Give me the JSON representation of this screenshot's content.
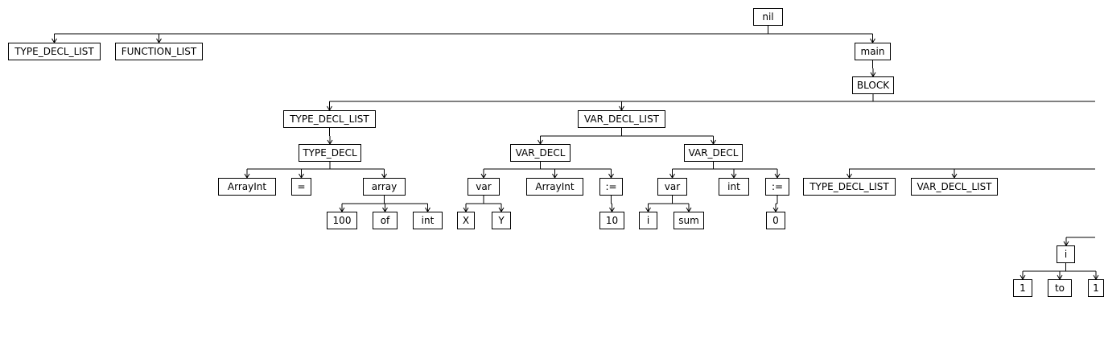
{
  "diagram": {
    "line_color": "#000000",
    "node_border_color": "#000000",
    "background": "#ffffff",
    "nodes": [
      {
        "id": "nil",
        "label": "nil"
      },
      {
        "id": "tdl1",
        "label": "TYPE_DECL_LIST"
      },
      {
        "id": "fl",
        "label": "FUNCTION_LIST"
      },
      {
        "id": "main",
        "label": "main"
      },
      {
        "id": "block",
        "label": "BLOCK"
      },
      {
        "id": "tdl2",
        "label": "TYPE_DECL_LIST"
      },
      {
        "id": "vdl1",
        "label": "VAR_DECL_LIST"
      },
      {
        "id": "td",
        "label": "TYPE_DECL"
      },
      {
        "id": "vd1",
        "label": "VAR_DECL"
      },
      {
        "id": "vd2",
        "label": "VAR_DECL"
      },
      {
        "id": "arrayint1",
        "label": "ArrayInt"
      },
      {
        "id": "eq",
        "label": "="
      },
      {
        "id": "array",
        "label": "array"
      },
      {
        "id": "n100",
        "label": "100"
      },
      {
        "id": "of",
        "label": "of"
      },
      {
        "id": "int1",
        "label": "int"
      },
      {
        "id": "var1",
        "label": "var"
      },
      {
        "id": "x",
        "label": "X"
      },
      {
        "id": "y",
        "label": "Y"
      },
      {
        "id": "arrayint2",
        "label": "ArrayInt"
      },
      {
        "id": "assign1",
        "label": ":="
      },
      {
        "id": "n10",
        "label": "10"
      },
      {
        "id": "var2",
        "label": "var"
      },
      {
        "id": "i1",
        "label": "i"
      },
      {
        "id": "sum",
        "label": "sum"
      },
      {
        "id": "int2",
        "label": "int"
      },
      {
        "id": "assign2",
        "label": ":="
      },
      {
        "id": "n0",
        "label": "0"
      },
      {
        "id": "tdl3",
        "label": "TYPE_DECL_LIST"
      },
      {
        "id": "vdl2",
        "label": "VAR_DECL_LIST"
      },
      {
        "id": "i2",
        "label": "i"
      },
      {
        "id": "n1",
        "label": "1"
      },
      {
        "id": "to",
        "label": "to"
      },
      {
        "id": "cut",
        "label": "1"
      }
    ]
  }
}
